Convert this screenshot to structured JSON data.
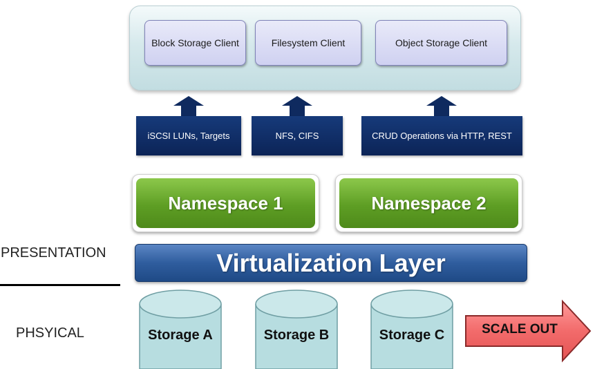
{
  "clients": [
    {
      "label": "Block Storage Client"
    },
    {
      "label": "Filesystem Client"
    },
    {
      "label": "Object Storage Client"
    }
  ],
  "protocols": [
    {
      "label": "iSCSI LUNs, Targets"
    },
    {
      "label": "NFS, CIFS"
    },
    {
      "label": "CRUD Operations via HTTP, REST"
    }
  ],
  "namespaces": [
    {
      "label": "Namespace 1"
    },
    {
      "label": "Namespace 2"
    }
  ],
  "virtualization": {
    "label": "Virtualization Layer"
  },
  "side_labels": {
    "presentation": "PRESENTATION",
    "physical": "PHSYICAL"
  },
  "storage": [
    {
      "label": "Storage A"
    },
    {
      "label": "Storage B"
    },
    {
      "label": "Storage C"
    }
  ],
  "scale_out": {
    "label": "SCALE OUT"
  },
  "colors": {
    "client_panel": "#d6e9ec",
    "client_box": "#cfd1f1",
    "protocol_navy": "#0f2a5f",
    "namespace_green": "#5e9e24",
    "virtualization_blue": "#2f5d9e",
    "storage_cyan": "#b7dde0",
    "scale_out_red": "#f26b6b"
  }
}
